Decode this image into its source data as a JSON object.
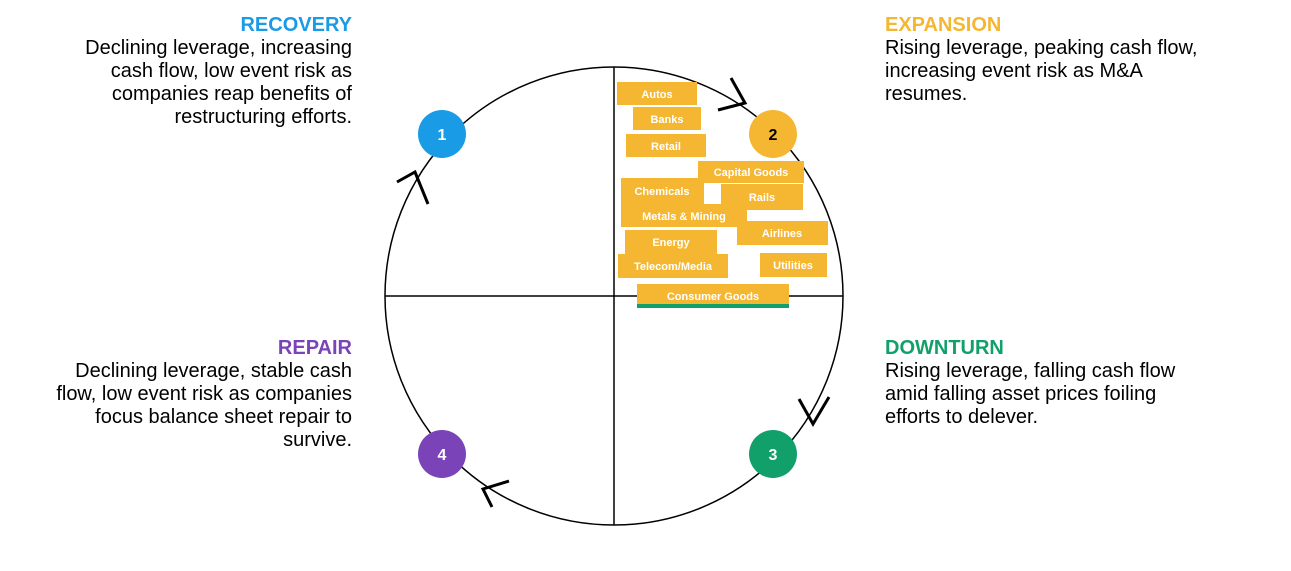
{
  "phases": {
    "recovery": {
      "title": "RECOVERY",
      "color": "#1a9be6",
      "number": "1",
      "description": "Declining leverage, increasing cash flow, low event risk as companies reap benefits of restructuring efforts."
    },
    "expansion": {
      "title": "EXPANSION",
      "color": "#f5b731",
      "number": "2",
      "description": "Rising leverage, peaking cash flow, increasing event risk as M&A resumes."
    },
    "downturn": {
      "title": "DOWNTURN",
      "color": "#12a06a",
      "number": "3",
      "description": "Rising leverage, falling cash flow amid falling asset prices foiling efforts to delever."
    },
    "repair": {
      "title": "REPAIR",
      "color": "#7a44b8",
      "number": "4",
      "description": "Declining leverage, stable cash flow, low event risk as companies focus balance sheet repair to survive."
    }
  },
  "sectors": [
    {
      "label": "Autos"
    },
    {
      "label": "Banks"
    },
    {
      "label": "Retail"
    },
    {
      "label": "Capital Goods"
    },
    {
      "label": "Chemicals"
    },
    {
      "label": "Rails"
    },
    {
      "label": "Metals & Mining"
    },
    {
      "label": "Airlines"
    },
    {
      "label": "Energy"
    },
    {
      "label": "Telecom/Media"
    },
    {
      "label": "Utilities"
    },
    {
      "label": "Consumer Goods"
    }
  ],
  "colors": {
    "sector_fill": "#f5b731",
    "sector_text": "#ffffff",
    "consumer_goods_underline": "#12a06a"
  }
}
